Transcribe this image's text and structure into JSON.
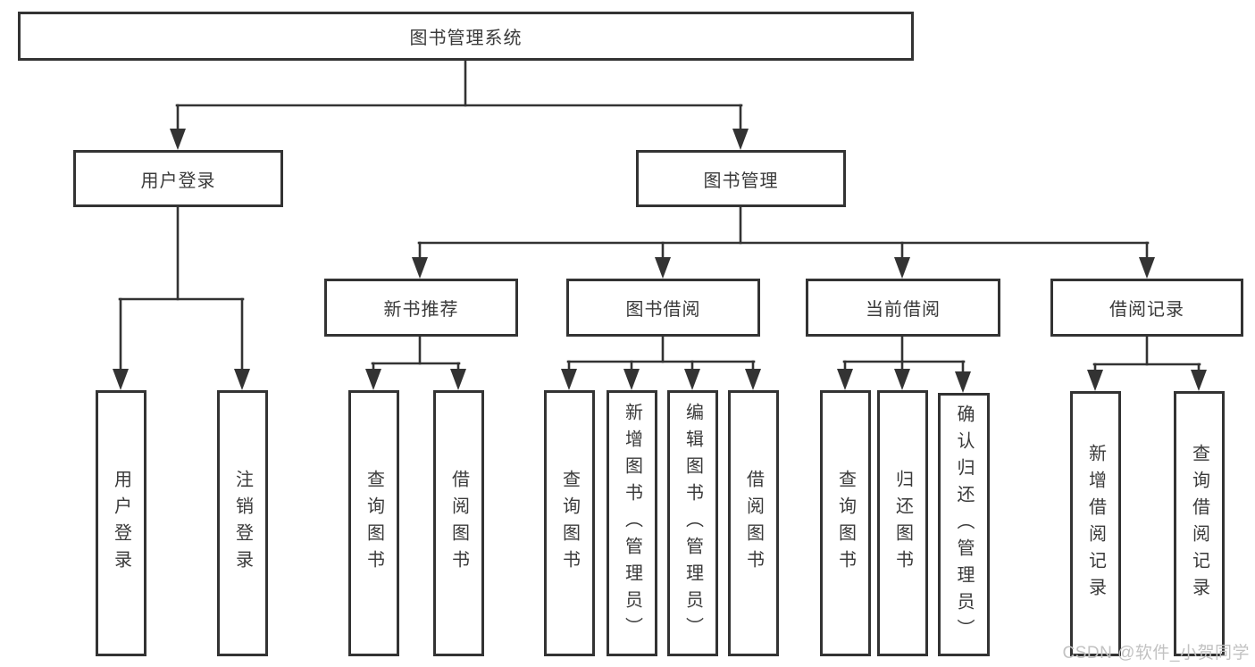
{
  "diagram": {
    "type": "tree-diagram",
    "colors": {
      "background": "#ffffff",
      "box_border": "#333333",
      "box_fill": "#ffffff",
      "text": "#3a3a3a",
      "connector": "#333333",
      "watermark": "#c2c2c2"
    },
    "watermark": "CSDN @软件_小贺同学",
    "nodes": {
      "root": {
        "label": "图书管理系统"
      },
      "user_login": {
        "label": "用户登录"
      },
      "book_management": {
        "label": "图书管理"
      },
      "new_book_recommend": {
        "label": "新书推荐"
      },
      "book_borrow": {
        "label": "图书借阅"
      },
      "current_borrow": {
        "label": "当前借阅"
      },
      "borrow_records": {
        "label": "借阅记录"
      },
      "leaves": [
        {
          "label": "用户登录",
          "parent": "用户登录"
        },
        {
          "label": "注销登录",
          "parent": "用户登录"
        },
        {
          "label": "查询图书",
          "parent": "新书推荐"
        },
        {
          "label": "借阅图书",
          "parent": "新书推荐"
        },
        {
          "label": "查询图书",
          "parent": "图书借阅"
        },
        {
          "label": "新增图书（管理员）",
          "parent": "图书借阅"
        },
        {
          "label": "编辑图书（管理员）",
          "parent": "图书借阅"
        },
        {
          "label": "借阅图书",
          "parent": "图书借阅"
        },
        {
          "label": "查询图书",
          "parent": "当前借阅"
        },
        {
          "label": "归还图书",
          "parent": "当前借阅"
        },
        {
          "label": "确认归还（管理员）",
          "parent": "当前借阅"
        },
        {
          "label": "新增借阅记录",
          "parent": "借阅记录"
        },
        {
          "label": "查询借阅记录",
          "parent": "借阅记录"
        }
      ],
      "hierarchy": {
        "图书管理系统": [
          "用户登录",
          "图书管理"
        ],
        "图书管理": [
          "新书推荐",
          "图书借阅",
          "当前借阅",
          "借阅记录"
        ]
      }
    }
  }
}
